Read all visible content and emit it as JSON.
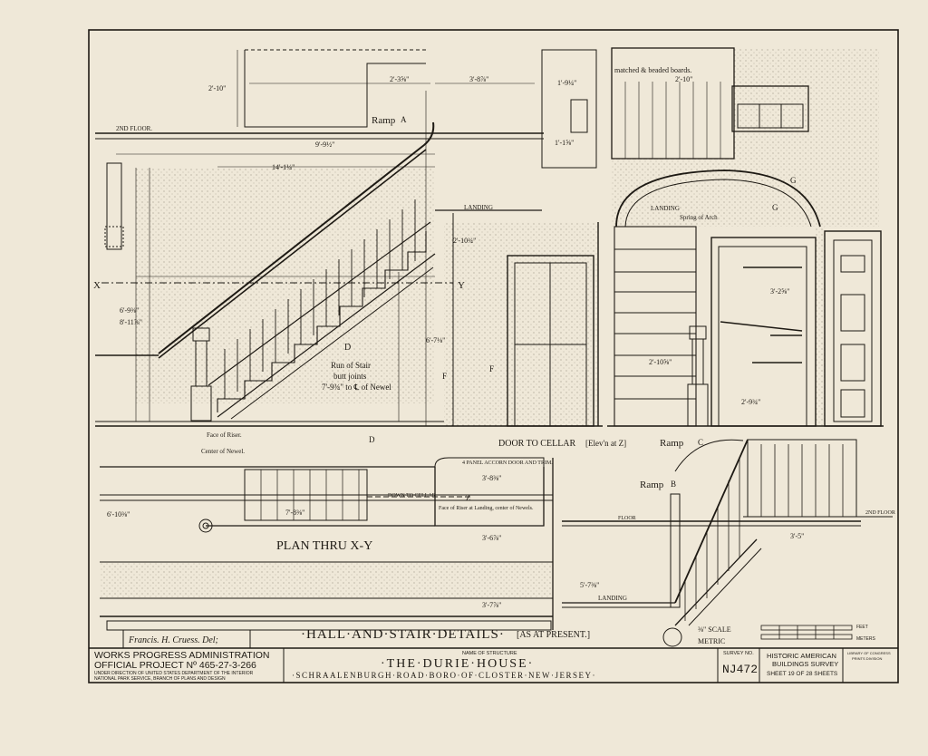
{
  "sheet": {
    "paper_color": "#efe8d8",
    "ink_color": "#1e1a14"
  },
  "labels": {
    "second_floor": "2ND FLOOR.",
    "ramp_a": "Ramp",
    "ramp_a_letter": "A",
    "ramp_b": "Ramp",
    "ramp_b_letter": "B",
    "ramp_c": "Ramp",
    "ramp_c_letter": "C",
    "landing_top": "LANDING",
    "landing_arch": "LANDING",
    "landing_bottom": "LANDING",
    "matched_beaded": "matched & beaded boards.",
    "run_of_stair": "Run of Stair",
    "butt_joints": "butt joints",
    "to_newel": "7'-9¾\" to ℄ of Newel",
    "face_of_riser": "Face of Riser.",
    "center_of_newel": "Center of Newel.",
    "door_to_cellar": "DOOR TO CELLAR",
    "door_note": "[Elev'n at Z]",
    "four_panel_door": "4 PANEL ACCORN DOOR AND TRIM.",
    "down_to_cellar": "DOWN TO CELLAR",
    "face_riser_landing": "Face of Riser at Landing, center of Newels.",
    "plan_thru": "PLAN THRU X-Y",
    "floor": "FLOOR",
    "second_floor_right": "2ND FLOOR",
    "spring_of_arch": "Spring of Arch",
    "letter_x": "X",
    "letter_y": "Y",
    "letter_z": "Z",
    "letter_d1": "D",
    "letter_d2": "D",
    "letter_f1": "F",
    "letter_f2": "F",
    "letter_g1": "G",
    "letter_g2": "G"
  },
  "dimensions": {
    "d1": "2'-3⅝\"",
    "d2": "3'-8⅞\"",
    "d3": "1'-9¼\"",
    "d4": "9'-9½\"",
    "d5": "14'-1¼\"",
    "d6": "2'-10\"",
    "d7": "1'-1⅝\"",
    "d8": "2'-10¾\"",
    "d9": "2'-10\"",
    "d10": "6'-7⅛\"",
    "d11": "6'-9⅜\"",
    "d12": "8'-11⅞\"",
    "d13": "2'-10⅝\"",
    "d14": "3'-2⅝\"",
    "d15": "3'-8⅜\"",
    "d16": "7'-8⅜\"",
    "d17": "3'-6⅞\"",
    "d18": "3'-7⅞\"",
    "d19": "3'-5\"",
    "d20": "2'-9¾\"",
    "d21": "6'-10⅜\"",
    "d22": "5'-7⅜\""
  },
  "title_block": {
    "drawing_title": "·HALL·AND·STAIR·DETAILS·",
    "drawing_note": "[AS AT PRESENT.]",
    "delineator": "Francis. H. Cruess. Del;",
    "scale": "⅜\" SCALE",
    "metric": "METRIC",
    "feet": "FEET",
    "meters": "METERS",
    "agency_line1": "WORKS PROGRESS ADMINISTRATION",
    "agency_line2": "OFFICIAL PROJECT Nº 465-27-3-266",
    "agency_line3": "UNDER DIRECTION OF UNITED STATES DEPARTMENT OF THE INTERIOR",
    "agency_line4": "NATIONAL PARK SERVICE, BRANCH OF PLANS AND DESIGN",
    "name_caption": "NAME OF STRUCTURE",
    "structure_name": "·THE·DURIE·HOUSE·",
    "location": "·SCHRAALENBURGH·ROAD·BORO·OF·CLOSTER·NEW·JERSEY·",
    "survey_caption": "SURVEY NO.",
    "survey_no": "NJ472",
    "habs_line1": "HISTORIC AMERICAN",
    "habs_line2": "BUILDINGS SURVEY",
    "sheet_info": "SHEET 19 OF 28 SHEETS",
    "loc_line1": "LIBRARY OF CONGRESS",
    "loc_line2": "PRINTS DIVISION"
  }
}
